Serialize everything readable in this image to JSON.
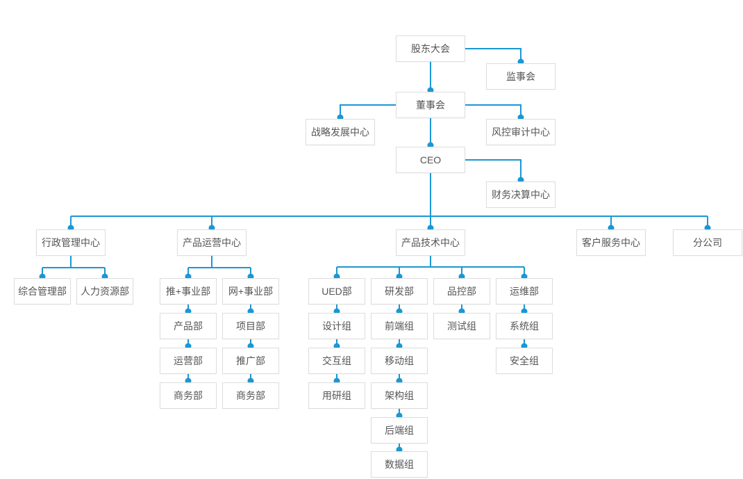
{
  "colors": {
    "connector": "#1A97D4",
    "box_border": "#DDDDDD",
    "box_background": "#FFFFFF",
    "text": "#555555",
    "page_background": "#FFFFFF"
  },
  "org": {
    "labels": {
      "shareholders_meeting": "股东大会",
      "supervisory_board": "监事会",
      "board_of_directors": "董事会",
      "strategy_center": "战略发展中心",
      "risk_audit_center": "风控审计中心",
      "ceo": "CEO",
      "finance_center": "财务决算中心",
      "admin_center": "行政管理中心",
      "product_ops_center": "产品运营中心",
      "product_tech_center": "产品技术中心",
      "customer_service_center": "客户服务中心",
      "branch_company": "分公司",
      "general_admin_dept": "综合管理部",
      "hr_dept": "人力资源部",
      "tui_division": "推+事业部",
      "wang_division": "网+事业部",
      "product_dept": "产品部",
      "project_dept": "项目部",
      "operations_dept": "运营部",
      "promotion_dept": "推广部",
      "business_dept_left": "商务部",
      "business_dept_right": "商务部",
      "ued_dept": "UED部",
      "rd_dept": "研发部",
      "qc_dept": "品控部",
      "om_dept": "运维部",
      "design_team": "设计组",
      "frontend_team": "前端组",
      "testing_team": "测试组",
      "system_team": "系统组",
      "interaction_team": "交互组",
      "mobile_team": "移动组",
      "security_team": "安全组",
      "user_research_team": "用研组",
      "architecture_team": "架构组",
      "backend_team": "后端组",
      "data_team": "数据组"
    },
    "hierarchy": {
      "shareholders_meeting": [
        "supervisory_board",
        "board_of_directors"
      ],
      "board_of_directors": [
        "strategy_center",
        "risk_audit_center",
        "ceo"
      ],
      "ceo": [
        "finance_center",
        "admin_center",
        "product_ops_center",
        "product_tech_center",
        "customer_service_center",
        "branch_company"
      ],
      "admin_center": [
        "general_admin_dept",
        "hr_dept"
      ],
      "product_ops_center": [
        "tui_division",
        "wang_division"
      ],
      "tui_division": [
        "product_dept"
      ],
      "product_dept": [
        "operations_dept"
      ],
      "operations_dept": [
        "business_dept_left"
      ],
      "wang_division": [
        "project_dept"
      ],
      "project_dept": [
        "promotion_dept"
      ],
      "promotion_dept": [
        "business_dept_right"
      ],
      "product_tech_center": [
        "ued_dept",
        "rd_dept",
        "qc_dept",
        "om_dept"
      ],
      "ued_dept": [
        "design_team"
      ],
      "design_team": [
        "interaction_team"
      ],
      "interaction_team": [
        "user_research_team"
      ],
      "rd_dept": [
        "frontend_team"
      ],
      "frontend_team": [
        "mobile_team"
      ],
      "mobile_team": [
        "architecture_team"
      ],
      "architecture_team": [
        "backend_team"
      ],
      "backend_team": [
        "data_team"
      ],
      "qc_dept": [
        "testing_team"
      ],
      "om_dept": [
        "system_team"
      ],
      "system_team": [
        "security_team"
      ]
    }
  }
}
